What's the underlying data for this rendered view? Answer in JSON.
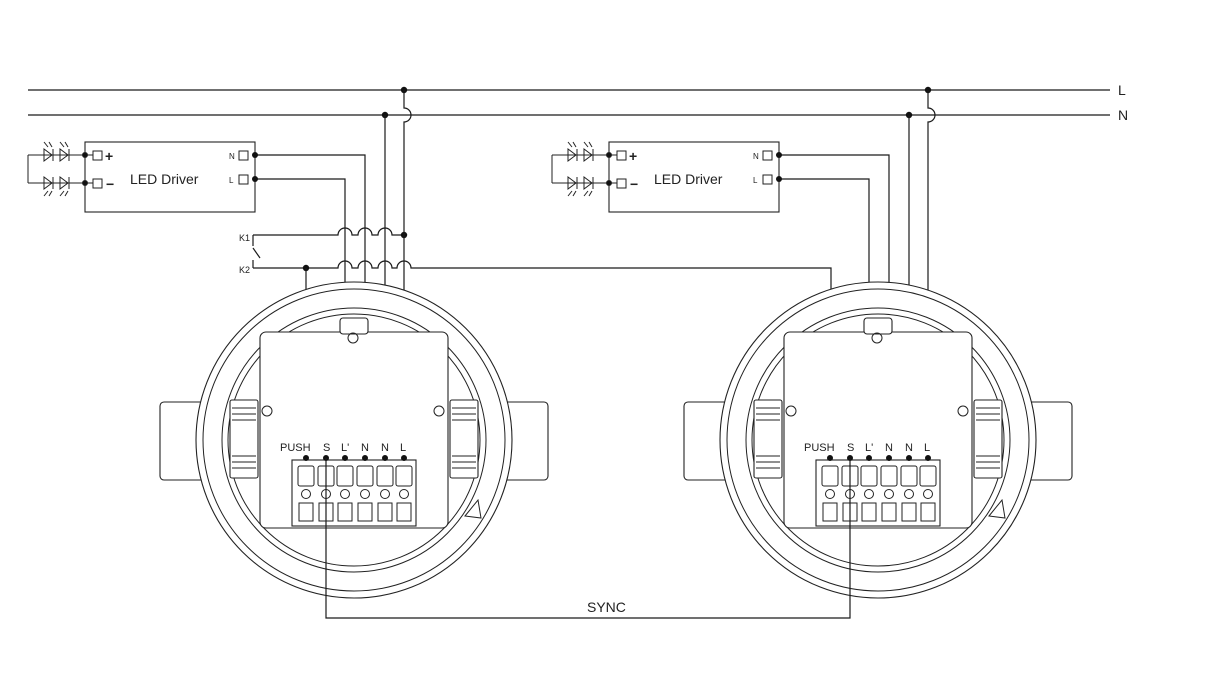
{
  "buses": {
    "line_label": "L",
    "neutral_label": "N"
  },
  "drivers": [
    {
      "title": "LED Driver",
      "pin_n": "N",
      "pin_l": "L",
      "pos_sign": "+",
      "neg_sign": "−"
    },
    {
      "title": "LED Driver",
      "pin_n": "N",
      "pin_l": "L",
      "pos_sign": "+",
      "neg_sign": "−"
    }
  ],
  "pushbutton": {
    "k1_label": "K1",
    "k2_label": "K2"
  },
  "sensors": [
    {
      "terminals": [
        "PUSH",
        "S",
        "L'",
        "N",
        "N",
        "L"
      ]
    },
    {
      "terminals": [
        "PUSH",
        "S",
        "L'",
        "N",
        "N",
        "L"
      ]
    }
  ],
  "sync_label": "SYNC",
  "colors": {
    "line": "#1a1a1a",
    "background": "#ffffff"
  }
}
